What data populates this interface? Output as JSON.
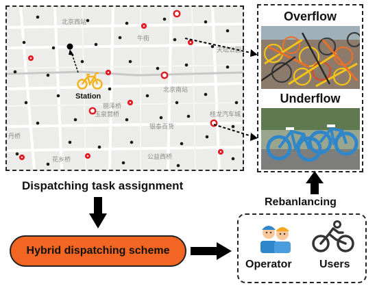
{
  "map": {
    "station_label": "Station",
    "place_labels": [
      {
        "text": "北京西站"
      },
      {
        "text": "牛街"
      },
      {
        "text": "北京南站"
      },
      {
        "text": "天坛公园"
      },
      {
        "text": "玉泉营桥"
      },
      {
        "text": "丽泽桥"
      },
      {
        "text": "银泰百货"
      },
      {
        "text": "花乡桥"
      },
      {
        "text": "公益西桥"
      },
      {
        "text": "丹桥"
      },
      {
        "text": "桂龙汽车城"
      }
    ]
  },
  "photos": {
    "overflow_title": "Overflow",
    "underflow_title": "Underflow"
  },
  "captions": {
    "task_assignment": "Dispatching task assignment",
    "rebalancing": "Rebanlancing",
    "scheme": "Hybrid dispatching scheme",
    "operator": "Operator",
    "users": "Users"
  },
  "colors": {
    "scheme_fill": "#f26522",
    "station_red": "#e31b23",
    "bike_yellow": "#f5b21a",
    "bike_blue": "#2f86c8"
  }
}
